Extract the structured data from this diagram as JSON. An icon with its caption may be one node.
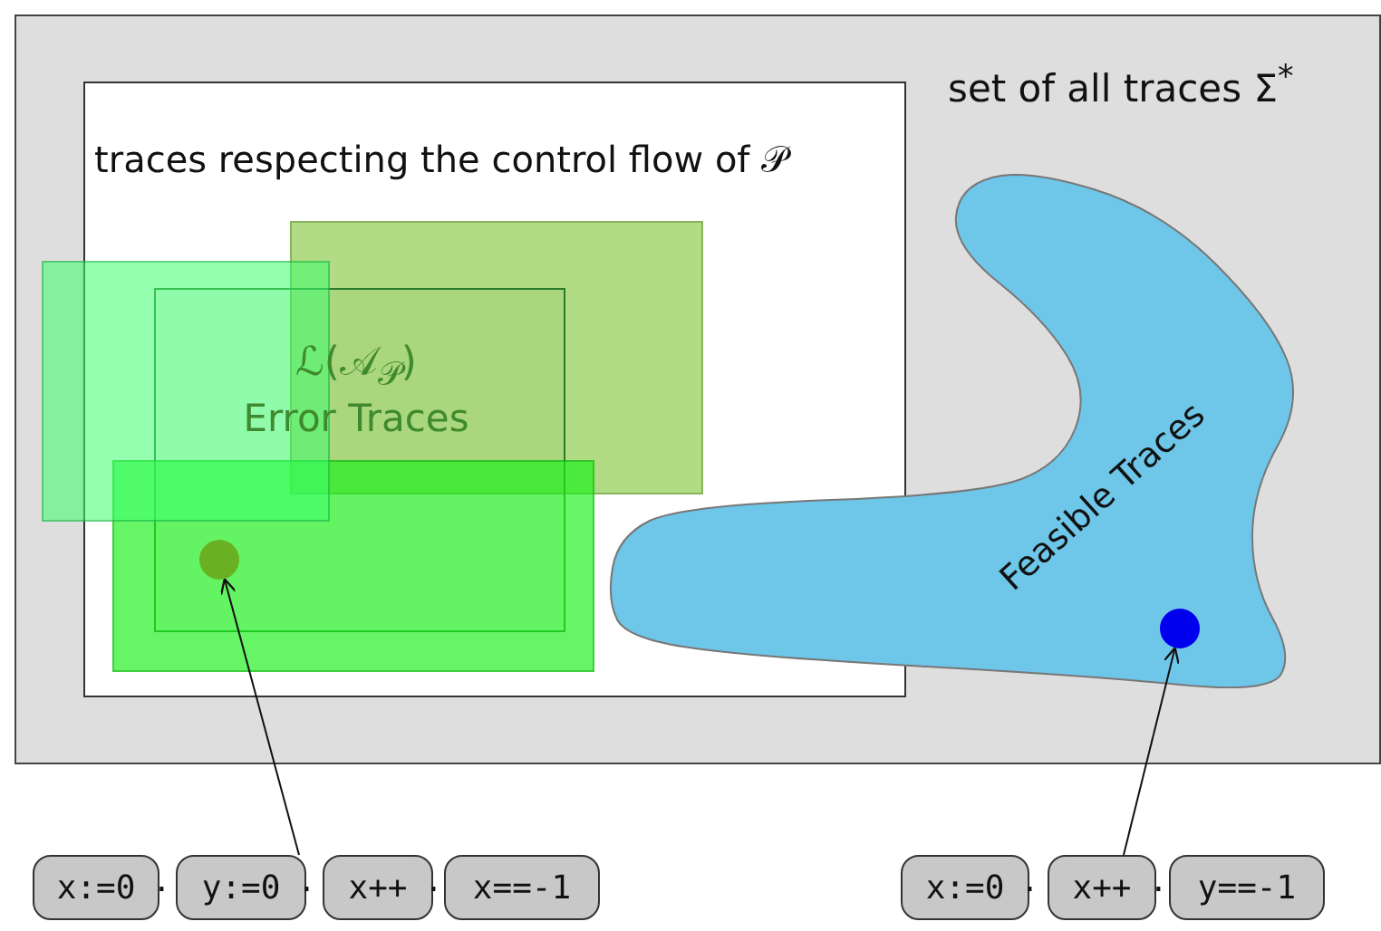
{
  "diagram": {
    "nodes": [
      {
        "text": [
          "set of all traces Σ$^{*}$"
        ]
      },
      {
        "text": [
          "traces respecting the control flow of 𝒫"
        ],
        "in": 0
      },
      {
        "text": [],
        "shape": "box",
        "in": 0
      },
      {
        "text": [],
        "shape": "box",
        "in": 1
      },
      {
        "text": [],
        "shape": "box",
        "in": 1
      },
      {
        "text": [],
        "shape": "box",
        "in": 1
      },
      {
        "text": [],
        "shape": "circle"
      },
      {
        "text": [
          "Feasible Traces"
        ],
        "in": 0
      },
      {
        "text": [],
        "shape": "circle",
        "in": 7
      },
      {
        "text": [
          "x:=0"
        ]
      },
      {
        "text": [
          "y:=0"
        ]
      },
      {
        "text": [
          "x++"
        ]
      },
      {
        "text": [
          "x==-1"
        ]
      },
      {
        "text": [
          "x:=0"
        ]
      },
      {
        "text": [
          "x++"
        ]
      },
      {
        "text": [
          "y==-1"
        ]
      }
    ],
    "edges": [
      {
        "from": 10,
        "to": 6,
        "arrow": "to"
      },
      {
        "from": 14,
        "to": 8,
        "arrow": "to"
      }
    ],
    "labels": [
      "ℒ(𝒜$_{𝒫}$)",
      "Error Traces",
      ".",
      ".",
      ".",
      ".",
      "."
    ]
  }
}
